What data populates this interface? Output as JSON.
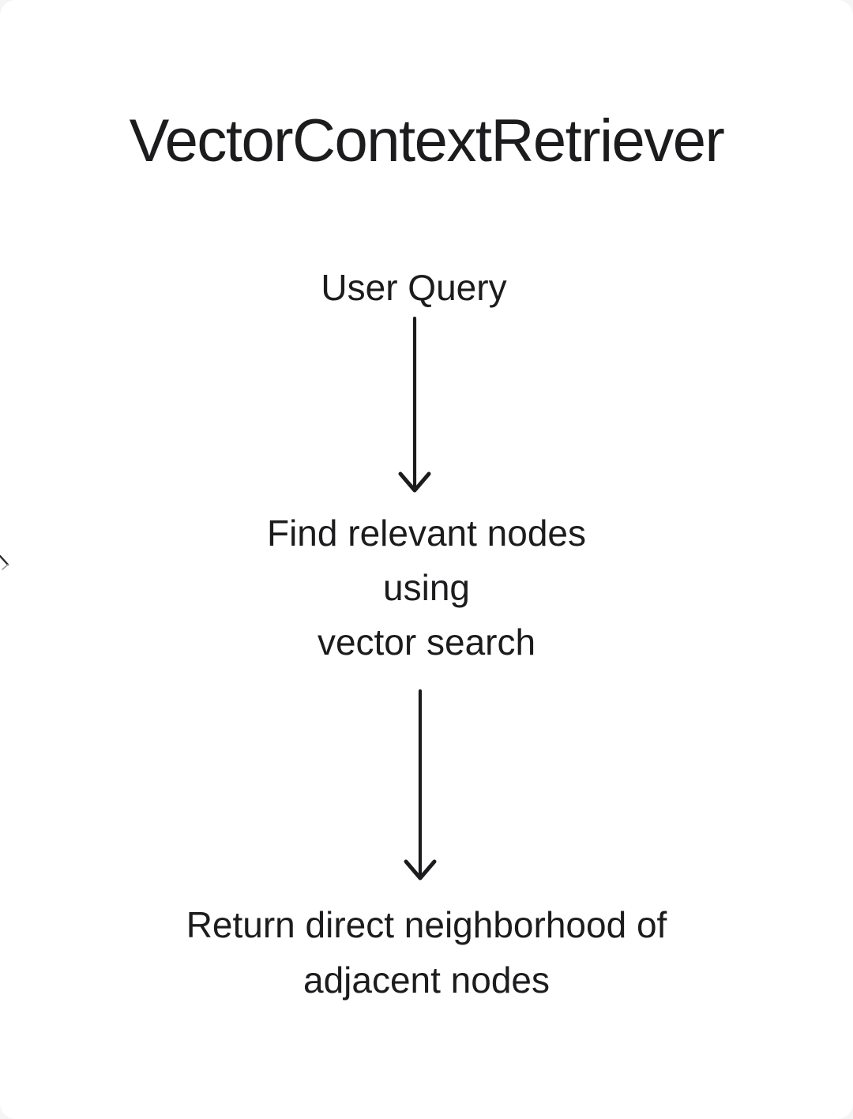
{
  "page": {
    "background": "#f5f5f5",
    "card_background": "#ffffff",
    "text_color": "#1c1c1e",
    "arrow_color": "#1c1c1e"
  },
  "diagram": {
    "title": "VectorContextRetriever",
    "nodes": [
      {
        "id": "user-query",
        "lines": [
          "User Query"
        ]
      },
      {
        "id": "find-relevant-nodes",
        "lines": [
          "Find relevant nodes",
          "using",
          "vector search"
        ]
      },
      {
        "id": "return-neighborhood",
        "lines": [
          "Return direct neighborhood of",
          "adjacent nodes"
        ]
      }
    ],
    "arrows": [
      {
        "id": "arrow-1",
        "direction": "down",
        "from": "user-query",
        "to": "find-relevant-nodes"
      },
      {
        "id": "arrow-2",
        "direction": "down",
        "from": "find-relevant-nodes",
        "to": "return-neighborhood"
      }
    ]
  }
}
